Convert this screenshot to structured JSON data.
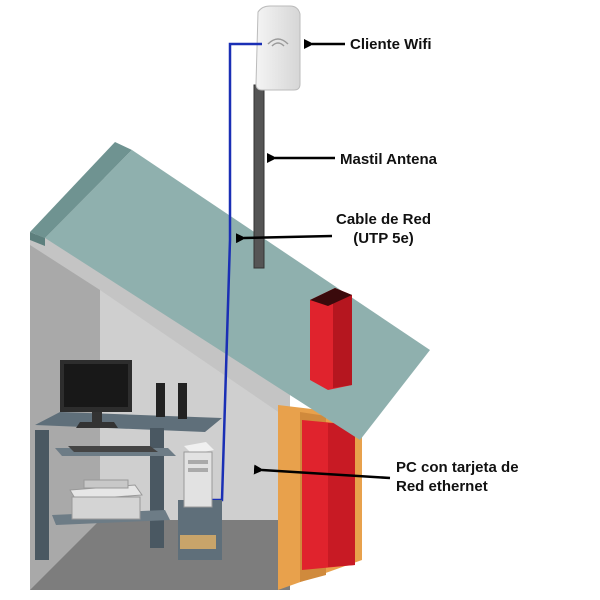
{
  "labels": {
    "wifi_client": "Cliente Wifi",
    "mast": "Mastil Antena",
    "cable_line1": "Cable de Red",
    "cable_line2": "(UTP 5e)",
    "pc_line1": "PC con tarjeta de",
    "pc_line2": "Red ethernet"
  },
  "colors": {
    "roof": "#8fb0ae",
    "roof_edge": "#6f9391",
    "wall_gray": "#b8b8b8",
    "wall_light": "#d4d4d4",
    "floor": "#7d7d7d",
    "chimney": "#e0232d",
    "wall_orange": "#e8a14c",
    "cable": "#1a2fb5",
    "mast": "#555555",
    "arrow": "#000000"
  },
  "icons": [
    "wifi-client-device",
    "monitor",
    "speaker",
    "printer",
    "pc-tower",
    "keyboard",
    "computer-desk"
  ]
}
